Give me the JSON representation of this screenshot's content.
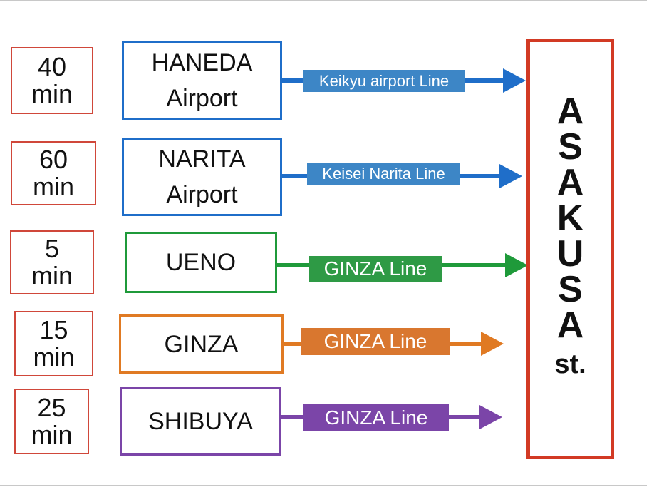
{
  "routes": [
    {
      "time": {
        "value": "40",
        "unit": "min"
      },
      "station": {
        "line1": "HANEDA",
        "line2": "Airport"
      },
      "line_label": "Keikyu airport Line",
      "color": "#1f6ec9",
      "label_color": "#3d86c6"
    },
    {
      "time": {
        "value": "60",
        "unit": "min"
      },
      "station": {
        "line1": "NARITA",
        "line2": "Airport"
      },
      "line_label": "Keisei Narita Line",
      "color": "#1f6ec9",
      "label_color": "#3d86c6"
    },
    {
      "time": {
        "value": "5",
        "unit": "min"
      },
      "station": {
        "line1": "UENO"
      },
      "line_label": "GINZA Line",
      "color": "#1f9a3a",
      "label_color": "#2e9a45"
    },
    {
      "time": {
        "value": "15",
        "unit": "min"
      },
      "station": {
        "line1": "GINZA"
      },
      "line_label": "GINZA Line",
      "color": "#e07a23",
      "label_color": "#d9772f"
    },
    {
      "time": {
        "value": "25",
        "unit": "min"
      },
      "station": {
        "line1": "SHIBUYA"
      },
      "line_label": "GINZA Line",
      "color": "#7b45a8",
      "label_color": "#7b45a8"
    }
  ],
  "destination": {
    "letters": [
      "A",
      "S",
      "A",
      "K",
      "U",
      "S",
      "A"
    ],
    "suffix": "st.",
    "color": "#d23a24"
  }
}
